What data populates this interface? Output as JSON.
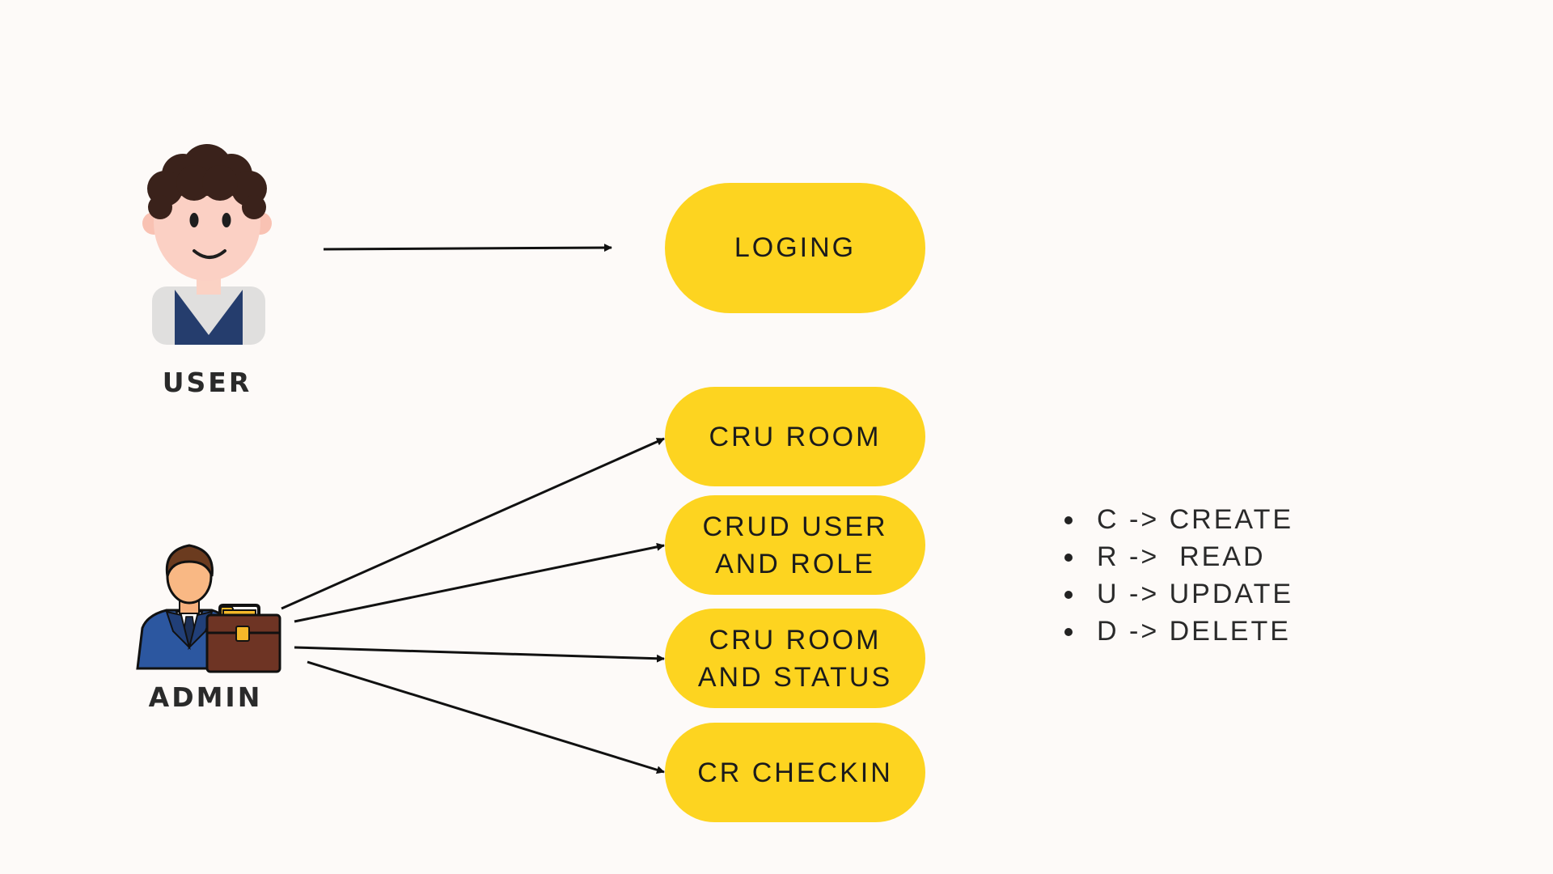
{
  "colors": {
    "pill": "#fdd420",
    "background": "#fdfaf8",
    "edge": "#111111",
    "text": "#1b1b1b"
  },
  "actors": {
    "user": {
      "label": "USER",
      "icon": "user-avatar-icon"
    },
    "admin": {
      "label": "ADMIN",
      "icon": "businessman-briefcase-icon"
    }
  },
  "nodes": {
    "loging": {
      "line1": "LOGING"
    },
    "cru_room": {
      "line1": "CRU ROOM"
    },
    "crud_user_role": {
      "line1": "CRUD USER",
      "line2": "AND ROLE"
    },
    "cru_room_status": {
      "line1": "CRU ROOM",
      "line2": "AND STATUS"
    },
    "cr_checkin": {
      "line1": "CR CHECKIN"
    }
  },
  "edges": [
    {
      "from": "USER",
      "to": "LOGING"
    },
    {
      "from": "ADMIN",
      "to": "CRU ROOM"
    },
    {
      "from": "ADMIN",
      "to": "CRUD USER AND ROLE"
    },
    {
      "from": "ADMIN",
      "to": "CRU ROOM AND STATUS"
    },
    {
      "from": "ADMIN",
      "to": "CR CHECKIN"
    }
  ],
  "legend": [
    "C -> CREATE",
    "R ->  READ",
    "U -> UPDATE",
    "D -> DELETE"
  ]
}
